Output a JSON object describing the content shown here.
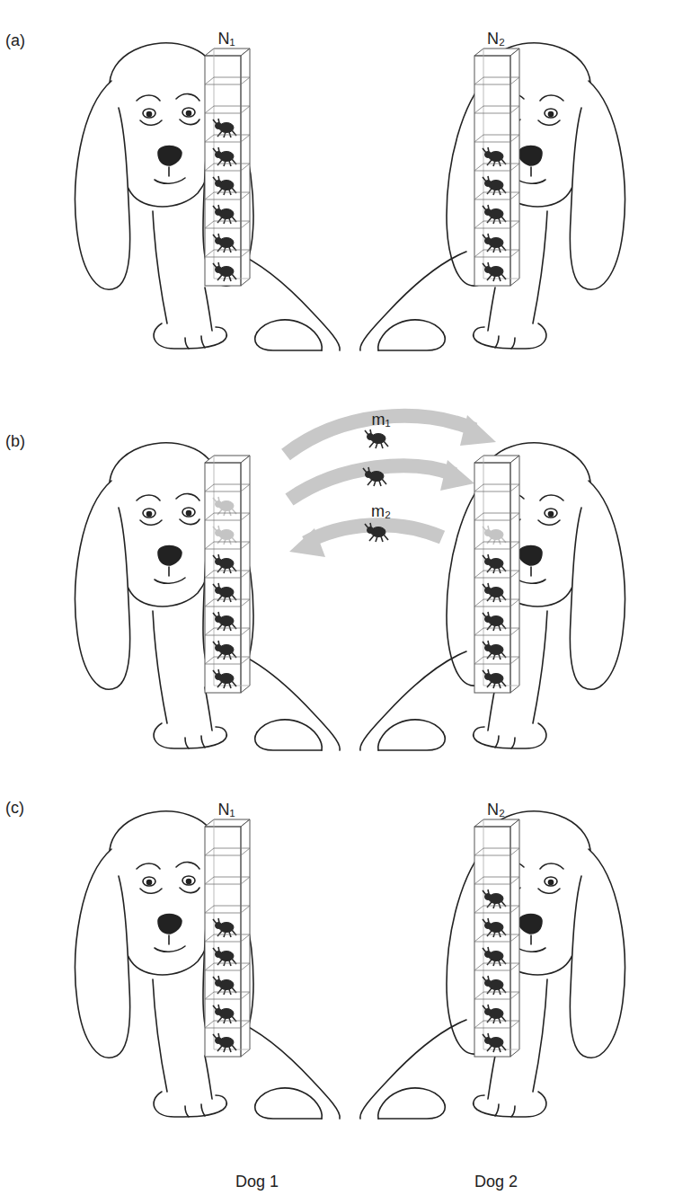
{
  "diagram": {
    "labels": [
      "(a)",
      "N₁",
      "N₂",
      "(b)",
      "m₁",
      "m₂",
      "(c)",
      "N₁",
      "N₂",
      "Dog 1",
      "Dog 2"
    ]
  }
}
